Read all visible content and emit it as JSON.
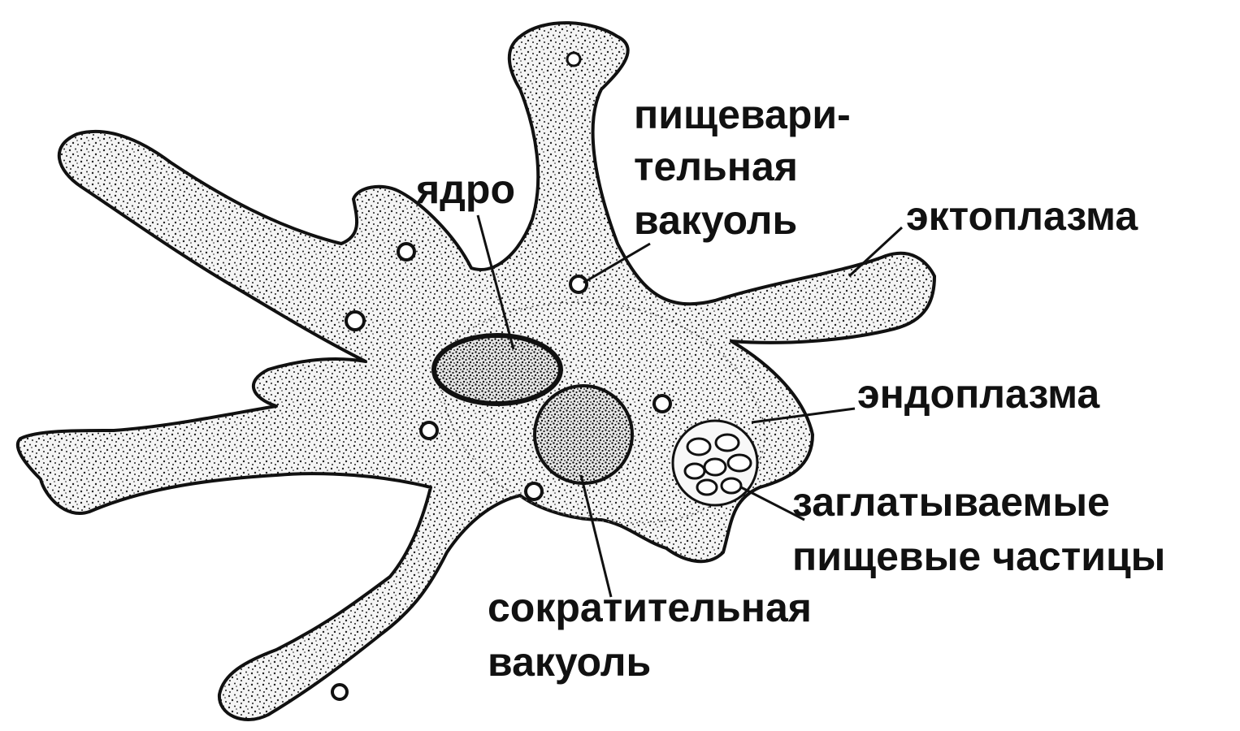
{
  "diagram": {
    "labels": {
      "nucleus": "ядро",
      "digestive_vacuole_1": "пищевари-",
      "digestive_vacuole_2": "тельная",
      "digestive_vacuole_3": "вакуоль",
      "ectoplasm": "эктоплазма",
      "endoplasm": "эндоплазма",
      "food_particles_1": "заглатываемые",
      "food_particles_2": "пищевые частицы",
      "contractile_vacuole_1": "сократительная",
      "contractile_vacuole_2": "вакуоль"
    }
  },
  "colors": {
    "ink": "#111111",
    "cytoplasm": "#f2f2f2",
    "background": "#ffffff"
  }
}
